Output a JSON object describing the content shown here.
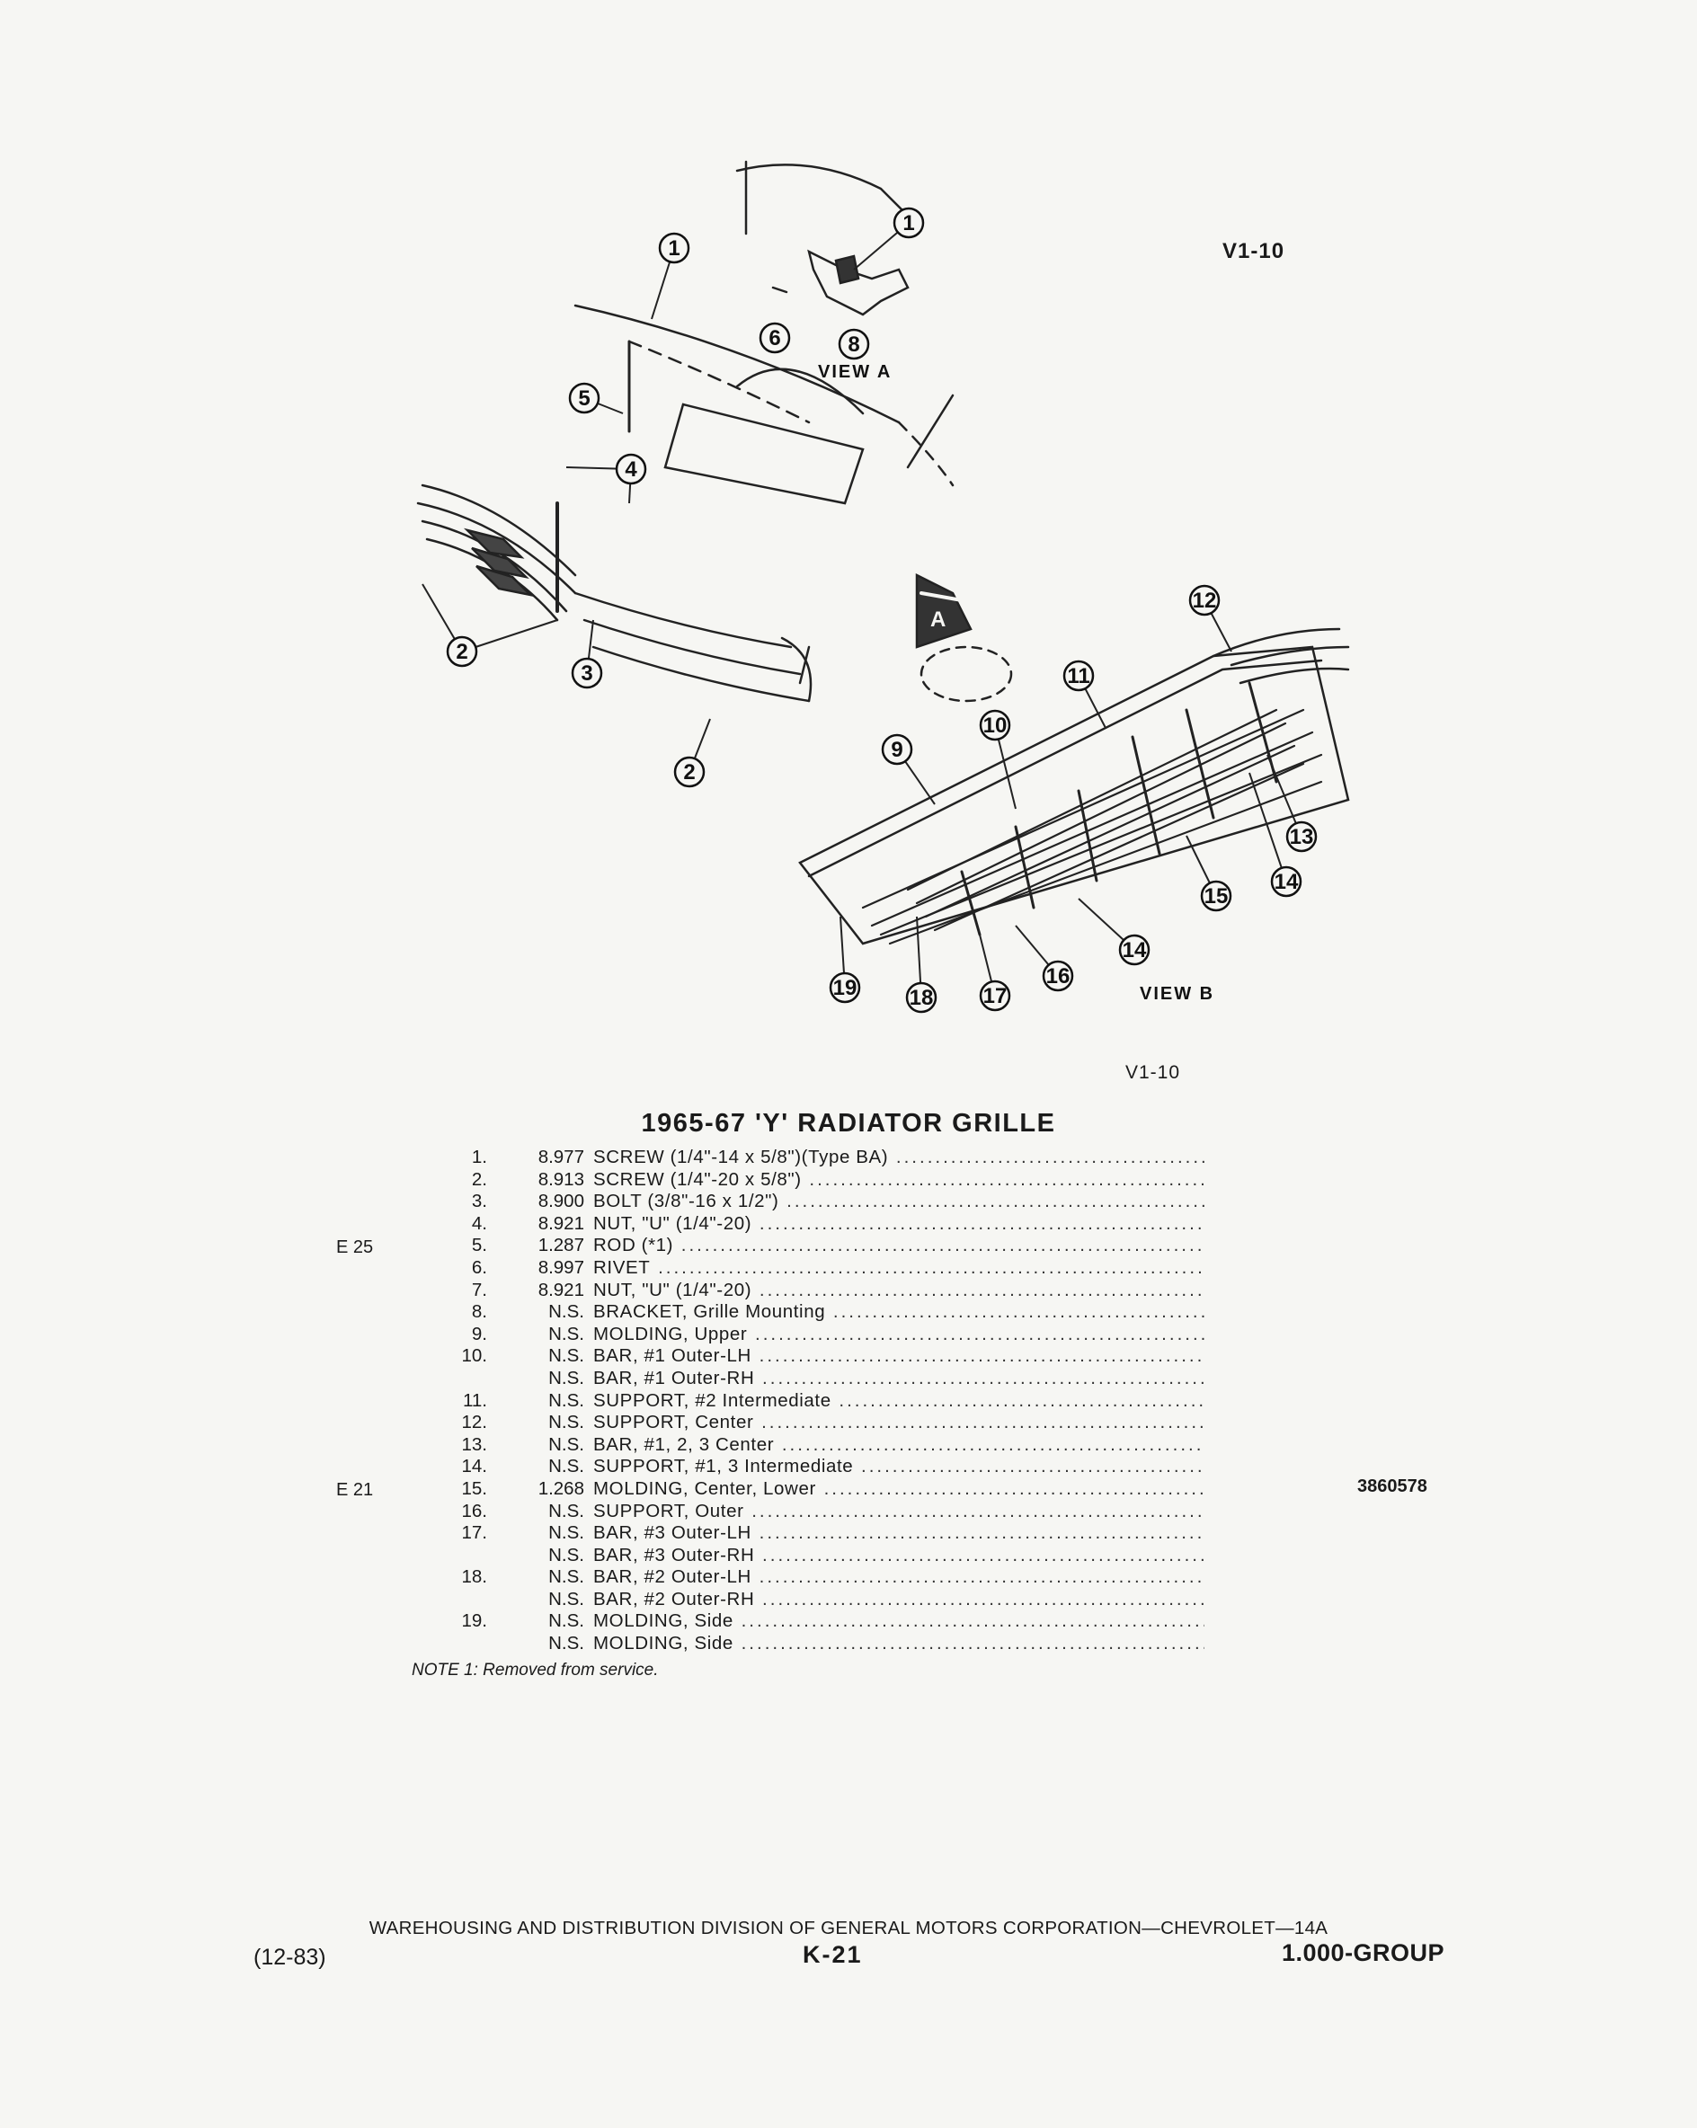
{
  "figure": {
    "code_top": "V1-10",
    "code_bottom": "V1-10",
    "view_a_label": "VIEW  A",
    "view_b_label": "VIEW  B",
    "detail_tag": "A",
    "callouts": [
      "1",
      "1",
      "6",
      "8",
      "5",
      "4",
      "2",
      "3",
      "2",
      "12",
      "11",
      "10",
      "9",
      "13",
      "14",
      "15",
      "14",
      "16",
      "17",
      "18",
      "19"
    ]
  },
  "title": "1965-67 'Y' RADIATOR GRILLE",
  "parts": [
    {
      "num": "1.",
      "code": "8.977",
      "desc": "SCREW (1/4\"-14 x 5/8\")(Type BA)"
    },
    {
      "num": "2.",
      "code": "8.913",
      "desc": "SCREW (1/4\"-20 x 5/8\")"
    },
    {
      "num": "3.",
      "code": "8.900",
      "desc": "BOLT (3/8\"-16 x 1/2\")"
    },
    {
      "num": "4.",
      "code": "8.921",
      "desc": "NUT, \"U\" (1/4\"-20)"
    },
    {
      "num": "5.",
      "code": "1.287",
      "desc": "ROD (*1)"
    },
    {
      "num": "6.",
      "code": "8.997",
      "desc": "RIVET"
    },
    {
      "num": "7.",
      "code": "8.921",
      "desc": "NUT, \"U\" (1/4\"-20)"
    },
    {
      "num": "8.",
      "code": "N.S.",
      "desc": "BRACKET, Grille Mounting"
    },
    {
      "num": "9.",
      "code": "N.S.",
      "desc": "MOLDING, Upper"
    },
    {
      "num": "10.",
      "code": "N.S.",
      "desc": "BAR, #1 Outer-LH"
    },
    {
      "num": "",
      "code": "N.S.",
      "desc": "BAR, #1 Outer-RH"
    },
    {
      "num": "11.",
      "code": "N.S.",
      "desc": "SUPPORT, #2 Intermediate"
    },
    {
      "num": "12.",
      "code": "N.S.",
      "desc": "SUPPORT, Center"
    },
    {
      "num": "13.",
      "code": "N.S.",
      "desc": "BAR, #1, 2, 3 Center"
    },
    {
      "num": "14.",
      "code": "N.S.",
      "desc": "SUPPORT, #1, 3 Intermediate"
    },
    {
      "num": "15.",
      "code": "1.268",
      "desc": "MOLDING, Center, Lower"
    },
    {
      "num": "16.",
      "code": "N.S.",
      "desc": "SUPPORT, Outer"
    },
    {
      "num": "17.",
      "code": "N.S.",
      "desc": "BAR, #3 Outer-LH"
    },
    {
      "num": "",
      "code": "N.S.",
      "desc": "BAR, #3 Outer-RH"
    },
    {
      "num": "18.",
      "code": "N.S.",
      "desc": "BAR, #2 Outer-LH"
    },
    {
      "num": "",
      "code": "N.S.",
      "desc": "BAR, #2 Outer-RH"
    },
    {
      "num": "19.",
      "code": "N.S.",
      "desc": "MOLDING, Side"
    },
    {
      "num": "",
      "code": "N.S.",
      "desc": "MOLDING, Side"
    }
  ],
  "side_codes": {
    "e25": "E 25",
    "e21": "E 21",
    "part_number": "3860578"
  },
  "note": "NOTE 1: Removed from service.",
  "footer": {
    "division": "WAREHOUSING AND DISTRIBUTION DIVISION OF GENERAL MOTORS CORPORATION—CHEVROLET—14A",
    "date": "(12-83)",
    "page": "K-21",
    "group": "1.000-GROUP"
  }
}
